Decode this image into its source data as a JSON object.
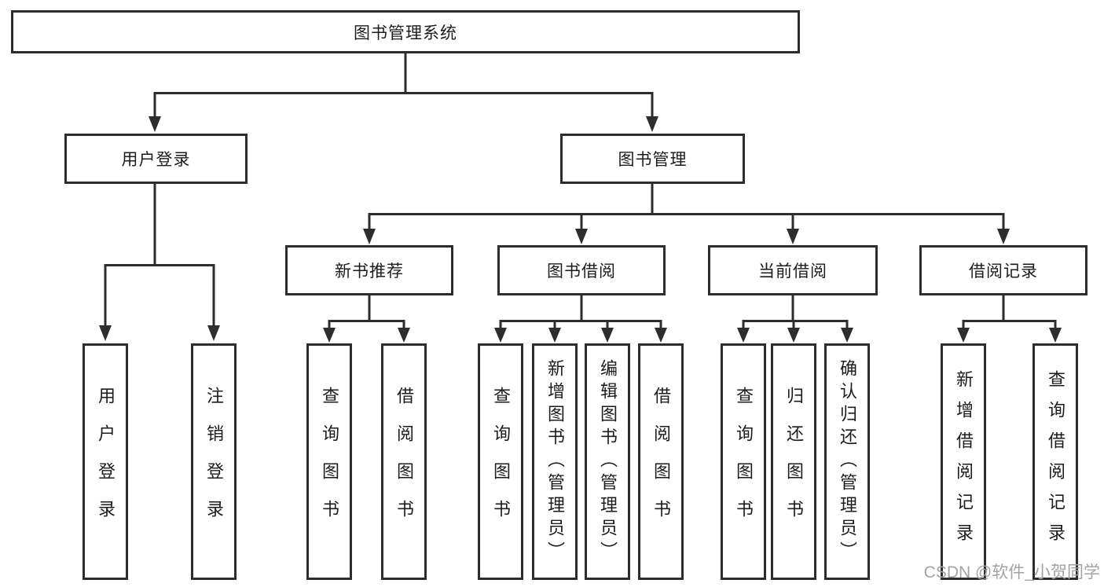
{
  "nodes": {
    "root": "图书管理系统",
    "level2": [
      "用户登录",
      "图书管理"
    ],
    "level3": [
      "新书推荐",
      "图书借阅",
      "当前借阅",
      "借阅记录"
    ],
    "leaves": {
      "user_login": [
        "用户登录",
        "注销登录"
      ],
      "new_book_rec": [
        "查询图书",
        "借阅图书"
      ],
      "book_borrow": [
        "查询图书",
        "新增图书（管理员）",
        "编辑图书（管理员）",
        "借阅图书"
      ],
      "current_borrow": [
        "查询图书",
        "归还图书",
        "确认归还（管理员）"
      ],
      "borrow_records": [
        "新增借阅记录",
        "查询借阅记录"
      ]
    }
  },
  "watermark": {
    "text": "CSDN @软件_小贺同学"
  },
  "colors": {
    "line": "#2d2d2d",
    "text": "#1c1c1c",
    "watermark": "#a3a3a3",
    "background": "#ffffff"
  }
}
